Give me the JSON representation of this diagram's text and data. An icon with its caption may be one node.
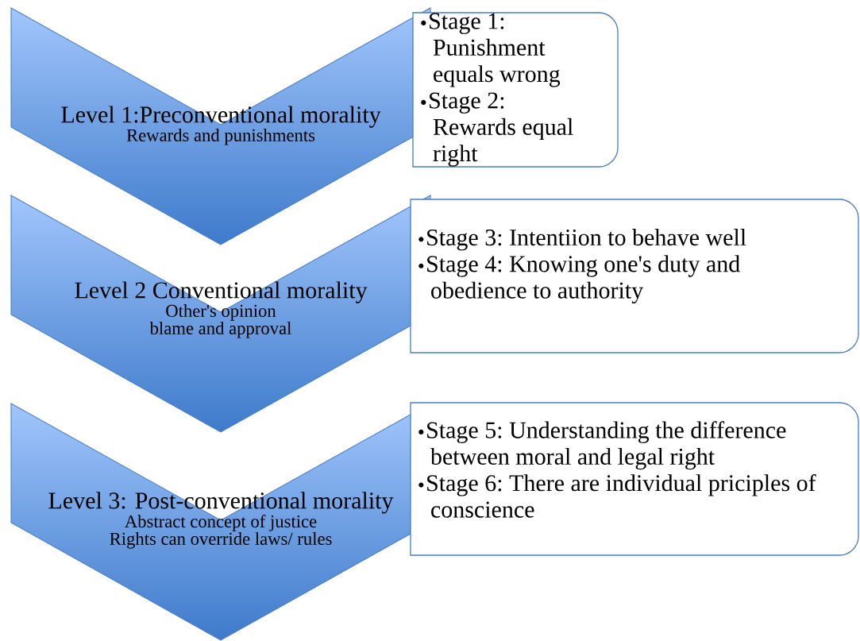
{
  "diagram": {
    "nodes": [
      {
        "text": [
          "Level 1:Preconventional morality",
          "Rewards and punishments"
        ]
      },
      {
        "text": [
          "Stage 1: Punishment equals wrong",
          "Stage 2: Rewards equal right"
        ]
      },
      {
        "text": [
          "Level 2 Conventional morality",
          "Other's opinion",
          "blame and approval"
        ]
      },
      {
        "text": [
          "Stage 3: Intentiion to behave well",
          "Stage 4: Knowing one's duty and obedience to authority"
        ]
      },
      {
        "text": [
          "Level 3: Post-conventional morality",
          "Abstract concept of justice",
          "Rights can override laws/ rules"
        ]
      },
      {
        "text": [
          "Stage 5: Understanding the difference between moral and legal right",
          "Stage 6: There are individual priciples of conscience"
        ]
      }
    ]
  }
}
